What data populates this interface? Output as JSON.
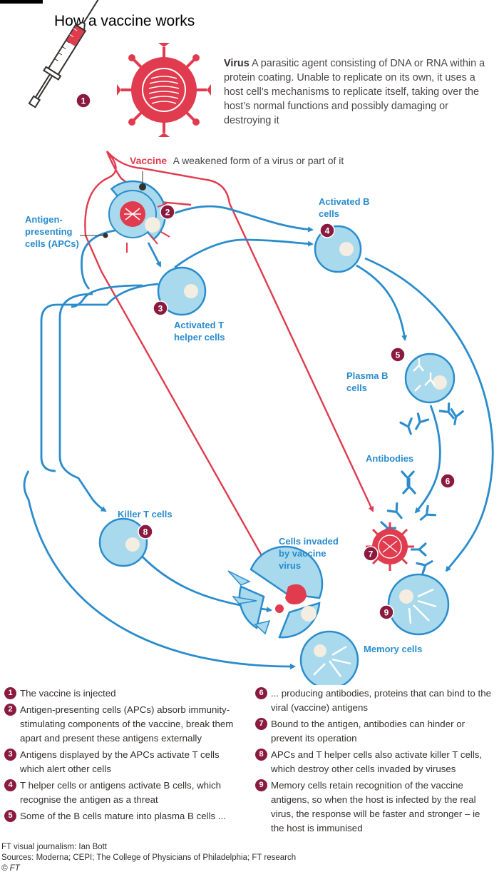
{
  "title": "How a vaccine works",
  "virus_def": {
    "term": "Virus",
    "text": "A parasitic agent consisting of DNA or RNA within a protein coating. Unable to replicate on its own, it uses a host cell’s mechanisms to replicate itself, taking over the host’s normal functions and possibly damaging or destroying it"
  },
  "vaccine_def": {
    "term": "Vaccine",
    "text": "A weakened form of a virus or part of it"
  },
  "labels": {
    "apc_line1": "Antigen-",
    "apc_line2": "presenting",
    "apc_line3": "cells (APCs)",
    "bcells_line1": "Activated B",
    "bcells_line2": "cells",
    "thelper_line1": "Activated T",
    "thelper_line2": "helper cells",
    "plasma_line1": "Plasma B",
    "plasma_line2": "cells",
    "antibodies": "Antibodies",
    "killer": "Killer T cells",
    "invaded_line1": "Cells invaded",
    "invaded_line2": "by vaccine",
    "invaded_line3": "virus",
    "memory": "Memory cells"
  },
  "badges": [
    "1",
    "2",
    "3",
    "4",
    "5",
    "6",
    "7",
    "8",
    "9"
  ],
  "legend": [
    {
      "num": "1",
      "text": "The vaccine is injected"
    },
    {
      "num": "2",
      "text": "Antigen-presenting cells (APCs) absorb immunity-stimulating components of the vaccine, break them apart and present these antigens externally"
    },
    {
      "num": "3",
      "text": "Antigens displayed by the APCs activate T cells which alert other cells"
    },
    {
      "num": "4",
      "text": "T helper cells or antigens activate B cells, which recognise the antigen as a threat"
    },
    {
      "num": "5",
      "text": "Some of the B cells mature into plasma B cells ..."
    },
    {
      "num": "6",
      "text": "... producing antibodies, proteins that can bind to the viral (vaccine) antigens"
    },
    {
      "num": "7",
      "text": "Bound to the antigen, antibodies can hinder or prevent its operation"
    },
    {
      "num": "8",
      "text": "APCs and T helper cells also activate killer T cells, which destroy other cells invaded by viruses"
    },
    {
      "num": "9",
      "text": "Memory cells retain recognition of the vaccine antigens, so when the host is infected by the real virus, the response will be faster and stronger – ie the host is immunised"
    }
  ],
  "credits": {
    "line1": "FT visual journalism: Ian Bott",
    "line2": "Sources: Moderna; CEPI; The College of Physicians of Philadelphia; FT research",
    "line3": "© FT"
  },
  "colors": {
    "blue": "#2a8ccd",
    "cell_fill": "#a9d9ec",
    "red": "#e03b4e",
    "badge": "#8a1a3e",
    "text": "#33302e"
  }
}
